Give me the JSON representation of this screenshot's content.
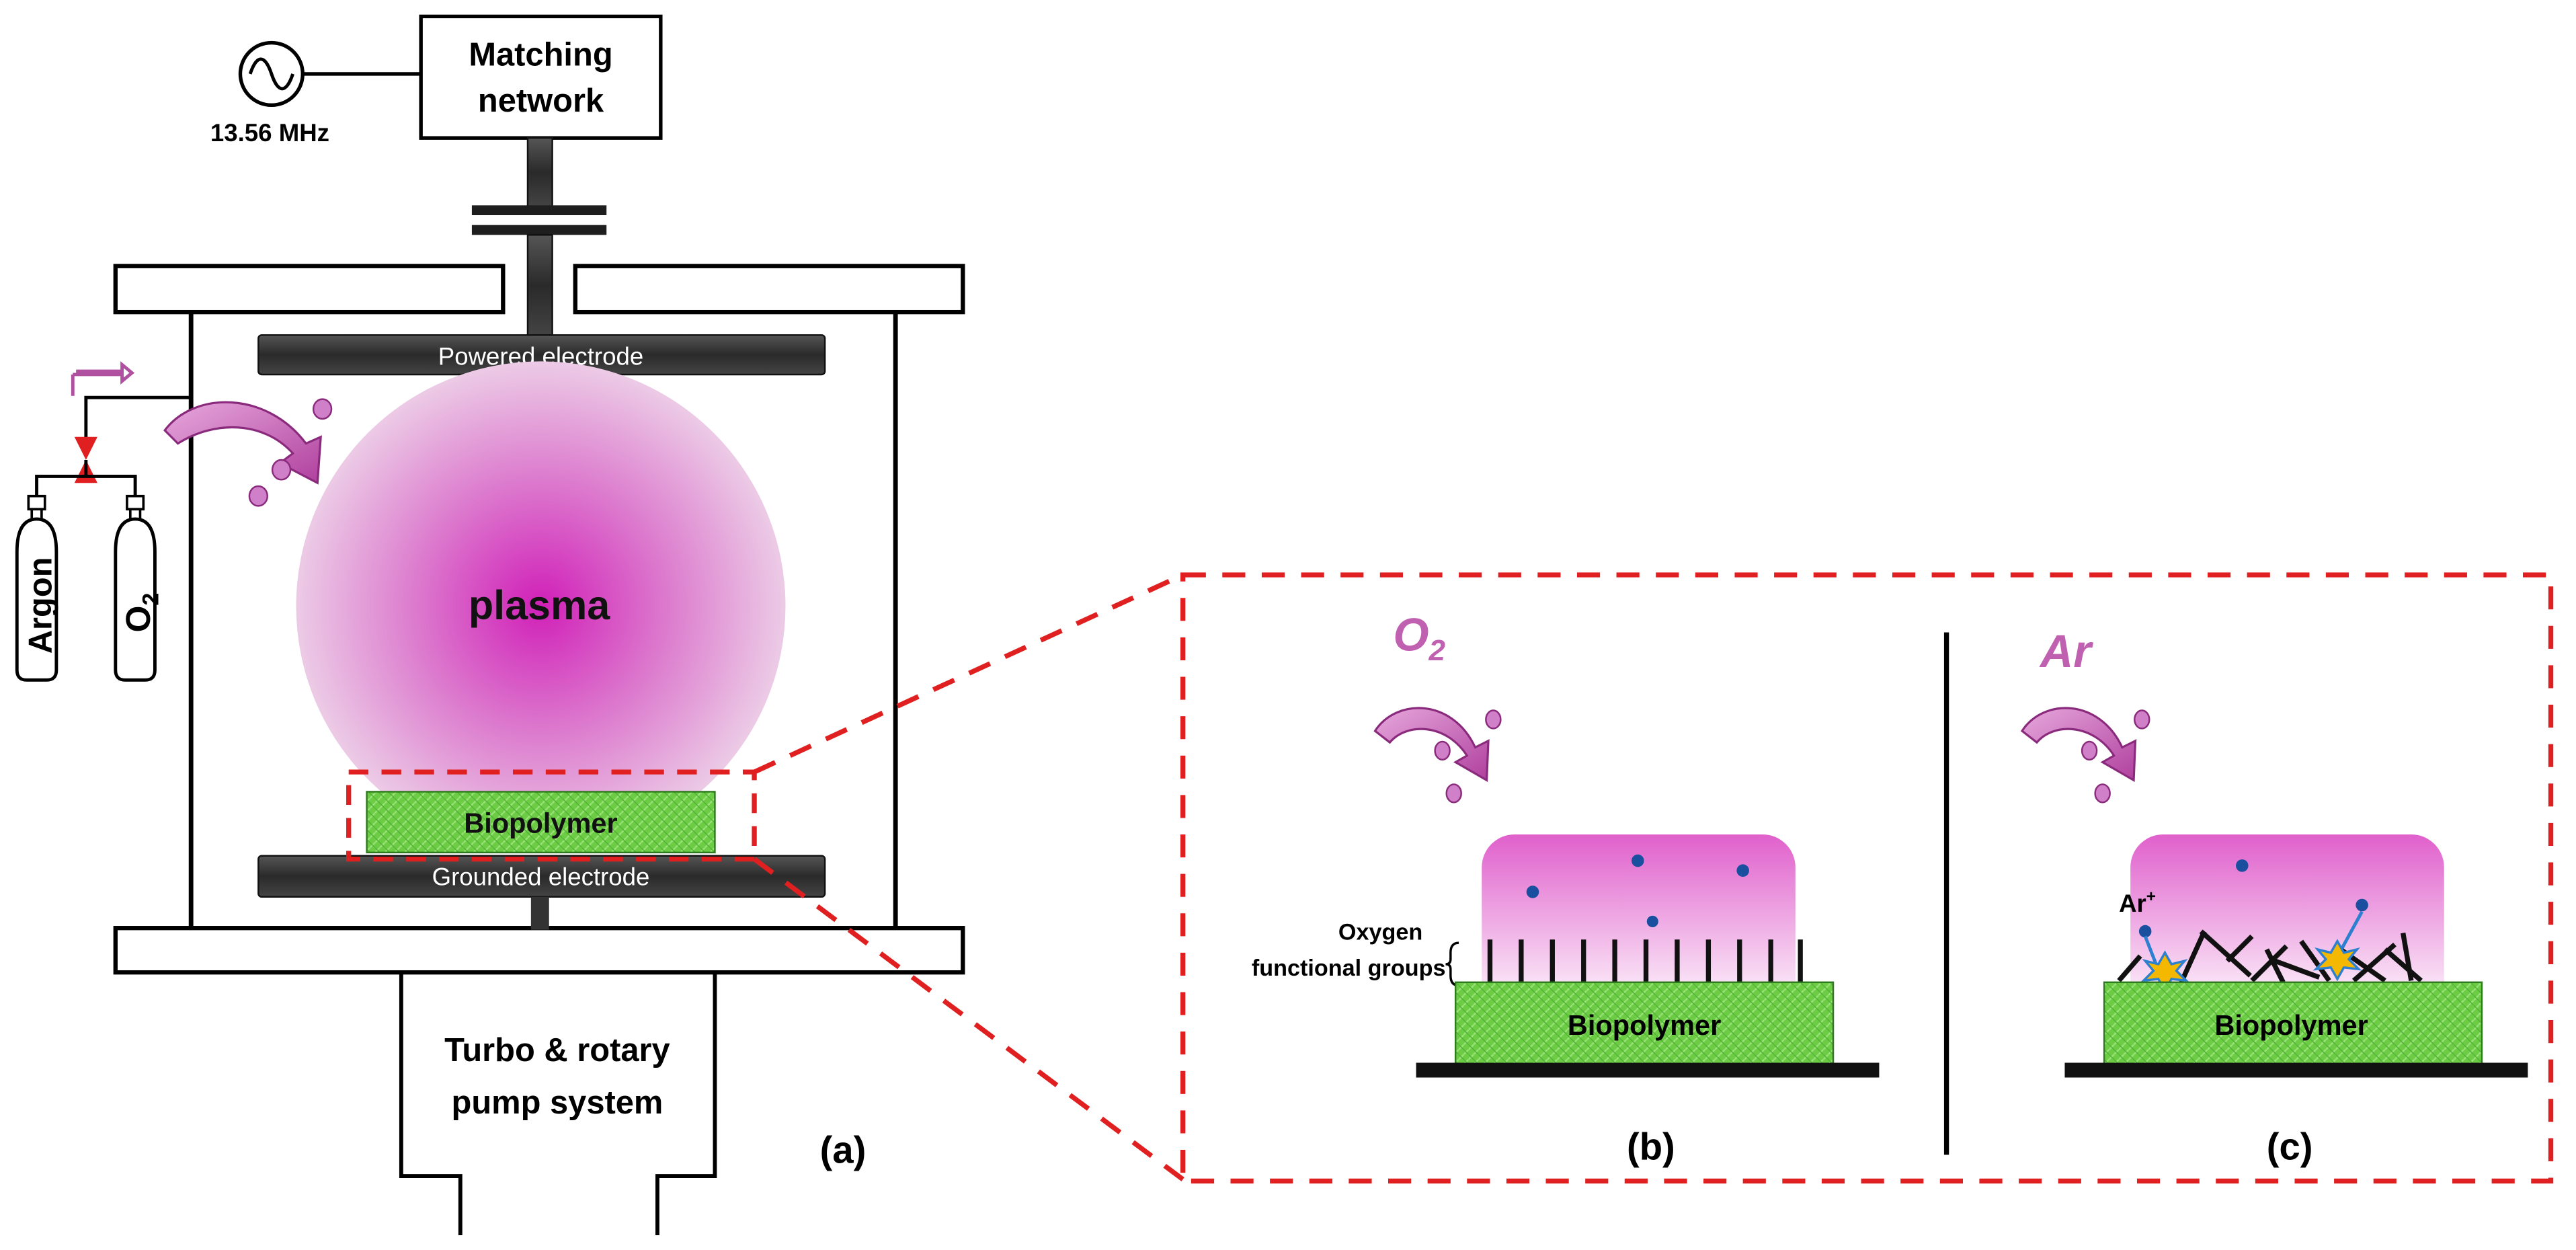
{
  "power": {
    "frequency_label": "13.56 MHz",
    "matching_line1": "Matching",
    "matching_line2": "network"
  },
  "chamber": {
    "powered_electrode": "Powered electrode",
    "grounded_electrode": "Grounded electrode",
    "plasma": "plasma",
    "substrate": "Biopolymer",
    "pump_line1": "Turbo & rotary",
    "pump_line2": "pump system",
    "panel_label": "(a)"
  },
  "gases": {
    "cylinder_1": "Argon",
    "cylinder_2_base": "O",
    "cylinder_2_sub": "2"
  },
  "panel_b": {
    "gas_base": "O",
    "gas_sub": "2",
    "annotation_line1": "Oxygen",
    "annotation_line2": "functional groups",
    "substrate": "Biopolymer",
    "label": "(b)"
  },
  "panel_c": {
    "gas": "Ar",
    "ion_base": "Ar",
    "ion_sup": "+",
    "substrate": "Biopolymer",
    "label": "(c)"
  },
  "colors": {
    "plasma": "#d020b8",
    "gas_arrow": "#c060b0",
    "electrode": "#333333",
    "biopolymer": "#66cc44",
    "zoom_dash": "#e02020",
    "particle": "#1a4fa0"
  }
}
